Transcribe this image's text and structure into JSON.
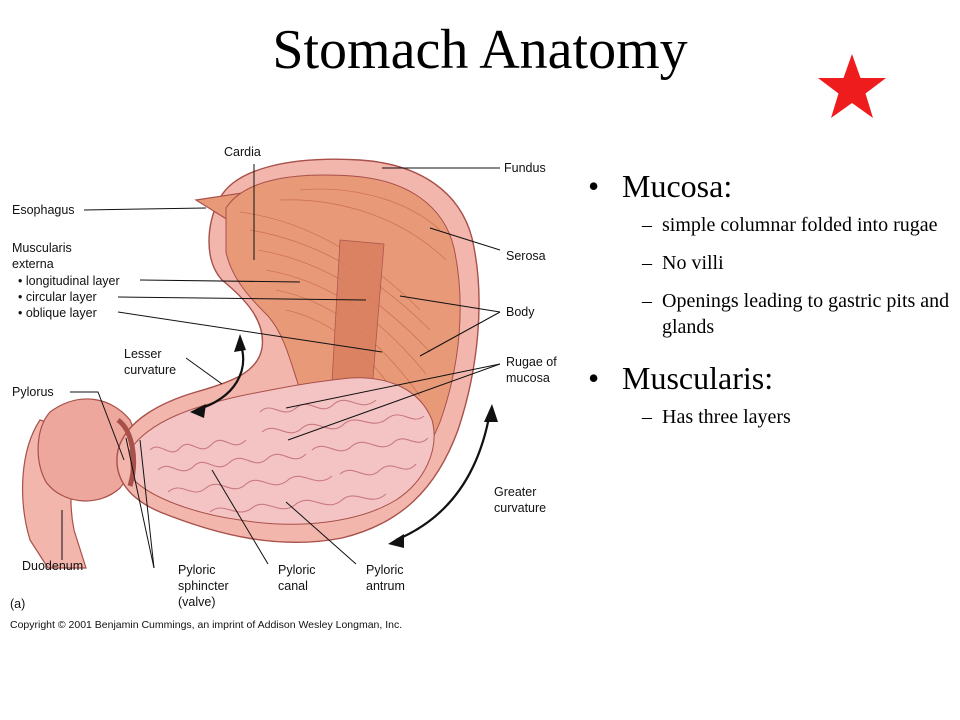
{
  "slide": {
    "title": "Stomach Anatomy",
    "accent_color": "#ee1c1c",
    "star_icon": "star-icon"
  },
  "diagram": {
    "labels": {
      "cardia": "Cardia",
      "fundus": "Fundus",
      "esophagus": "Esophagus",
      "muscularis_externa_1": "Muscularis",
      "muscularis_externa_2": "externa",
      "longitudinal": "• longitudinal layer",
      "circular": "• circular layer",
      "oblique": "• oblique layer",
      "serosa": "Serosa",
      "body": "Body",
      "lesser_curvature_1": "Lesser",
      "lesser_curvature_2": "curvature",
      "rugae_1": "Rugae of",
      "rugae_2": "mucosa",
      "pylorus": "Pylorus",
      "greater_curvature_1": "Greater",
      "greater_curvature_2": "curvature",
      "duodenum": "Duodenum",
      "pyloric_sphincter_1": "Pyloric",
      "pyloric_sphincter_2": "sphincter",
      "pyloric_sphincter_3": "(valve)",
      "pyloric_canal_1": "Pyloric",
      "pyloric_canal_2": "canal",
      "pyloric_antrum_1": "Pyloric",
      "pyloric_antrum_2": "antrum",
      "panel_label": "(a)",
      "copyright": "Copyright © 2001 Benjamin Cummings, an imprint of Addison Wesley Longman, Inc."
    },
    "colors": {
      "muscle": "#e89a78",
      "muscle_dark": "#c9694a",
      "serosa": "#f2b6ad",
      "rugae": "#f4c4c4",
      "rugae_line": "#c97a80",
      "outline": "#a8504a"
    }
  },
  "notes": {
    "mucosa": {
      "heading": "Mucosa:",
      "items": [
        "simple columnar folded into rugae",
        "No villi",
        "Openings leading to gastric pits and glands"
      ]
    },
    "muscularis": {
      "heading": "Muscularis:",
      "items": [
        "Has three layers"
      ]
    }
  }
}
